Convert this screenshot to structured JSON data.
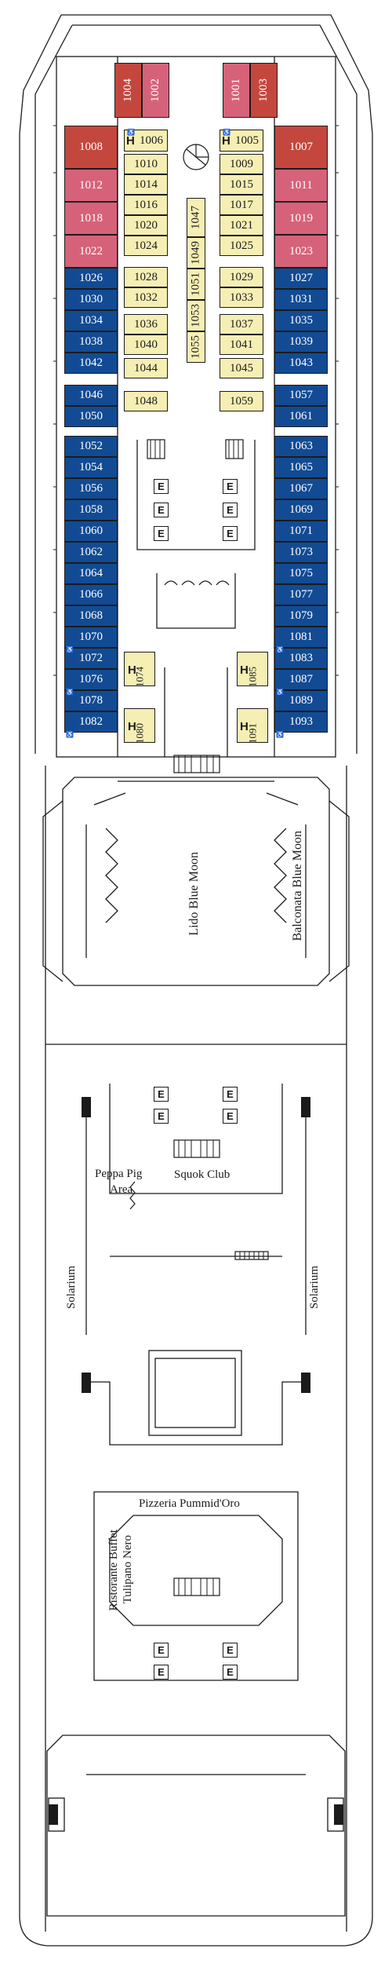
{
  "deck": {
    "cabins": {
      "upper_left": [
        "1004",
        "1002"
      ],
      "upper_right": [
        "1001",
        "1003"
      ],
      "left_outer": [
        "1008",
        "1012",
        "1018",
        "1022",
        "1026",
        "1030",
        "1034",
        "1038",
        "1042",
        "1046",
        "1050",
        "1052",
        "1054",
        "1056",
        "1058",
        "1060",
        "1062",
        "1064",
        "1066",
        "1068",
        "1070",
        "1072",
        "1076",
        "1078",
        "1082"
      ],
      "right_outer": [
        "1007",
        "1011",
        "1019",
        "1023",
        "1027",
        "1031",
        "1035",
        "1039",
        "1043",
        "1057",
        "1061",
        "1063",
        "1065",
        "1067",
        "1069",
        "1071",
        "1073",
        "1075",
        "1077",
        "1079",
        "1081",
        "1083",
        "1087",
        "1089",
        "1093"
      ],
      "inner_left": [
        "1006",
        "1010",
        "1014",
        "1016",
        "1020",
        "1024",
        "1028",
        "1032",
        "1036",
        "1040",
        "1044",
        "1048"
      ],
      "inner_right": [
        "1005",
        "1009",
        "1015",
        "1017",
        "1021",
        "1025",
        "1029",
        "1033",
        "1037",
        "1041",
        "1045",
        "1059"
      ],
      "inner_middle": [
        "1047",
        "1049",
        "1051",
        "1053",
        "1055"
      ],
      "accessible_lower": [
        "1074",
        "1080",
        "1085",
        "1091"
      ]
    },
    "venues": {
      "lido": "Lido Blue Moon",
      "balconata": "Balconata Blue Moon",
      "peppa_line1": "Peppa Pig",
      "peppa_line2": "Area",
      "squok": "Squok Club",
      "solarium_left": "Solarium",
      "solarium_right": "Solarium",
      "pizzeria": "Pizzeria Pummid'Oro",
      "ristorante_line1": "Ristorante Buffet",
      "ristorante_line2": "Tulipano Nero"
    },
    "symbols": {
      "elevator": "E",
      "accessible": "H",
      "accessible_mark": "♿"
    },
    "colors": {
      "red": "#c4473e",
      "pink": "#d6627a",
      "blue": "#124b93",
      "yellow": "#f6efb4",
      "outline": "#1b1b1b"
    }
  }
}
